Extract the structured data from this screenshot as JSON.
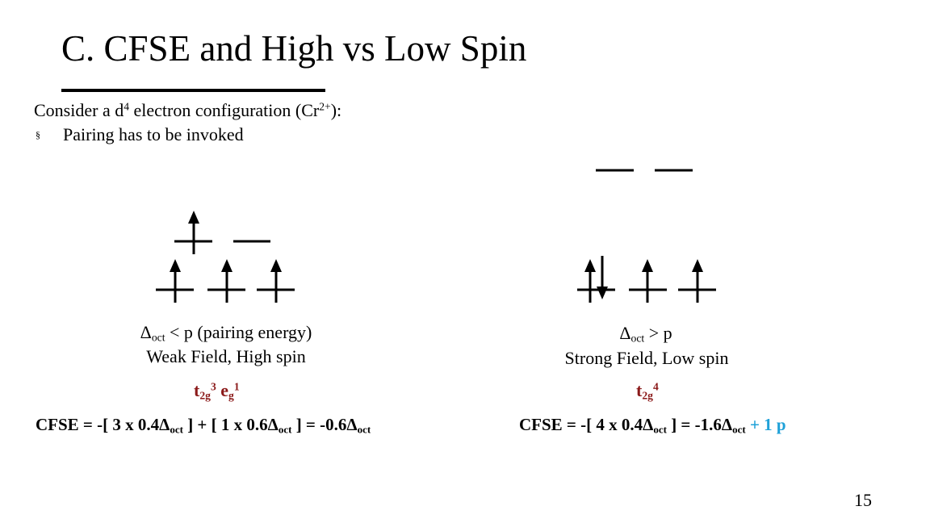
{
  "slide": {
    "title": "C. CFSE and High vs Low Spin",
    "intro": {
      "prefix": "Consider a d",
      "sup": "4",
      "middle": " electron configuration (Cr",
      "ion_sup": "2+",
      "suffix": "):"
    },
    "bullet": {
      "marker": "§",
      "text": "Pairing has to be invoked"
    },
    "page_number": "15"
  },
  "high_spin": {
    "condition": {
      "delta": "Δ",
      "sub": "oct",
      "rest": " < p (pairing energy)"
    },
    "label": "Weak Field, High spin",
    "config": {
      "t": "t",
      "t_sub": "2g",
      "t_sup": "3",
      "e": " e",
      "e_sub": "g",
      "e_sup": "1"
    },
    "cfse": {
      "prefix": "CFSE = -[ 3 x 0.4Δ",
      "sub1": "oct",
      "mid": " ] + [ 1 x 0.6Δ",
      "sub2": "oct",
      "mid2": " ] = -0.6Δ",
      "sub3": "oct"
    }
  },
  "low_spin": {
    "condition": {
      "delta": "Δ",
      "sub": "oct",
      "rest": " > p"
    },
    "label": "Strong Field, Low spin",
    "config": {
      "t": "t",
      "t_sub": "2g",
      "t_sup": "4"
    },
    "cfse": {
      "prefix": "CFSE = -[ 4 x 0.4Δ",
      "sub1": "oct",
      "mid": " ] = -1.6Δ",
      "sub2": "oct",
      "pairing": " + 1 p"
    }
  },
  "colors": {
    "config_text": "#8B1A1A",
    "pairing_text": "#1FA1D8"
  }
}
